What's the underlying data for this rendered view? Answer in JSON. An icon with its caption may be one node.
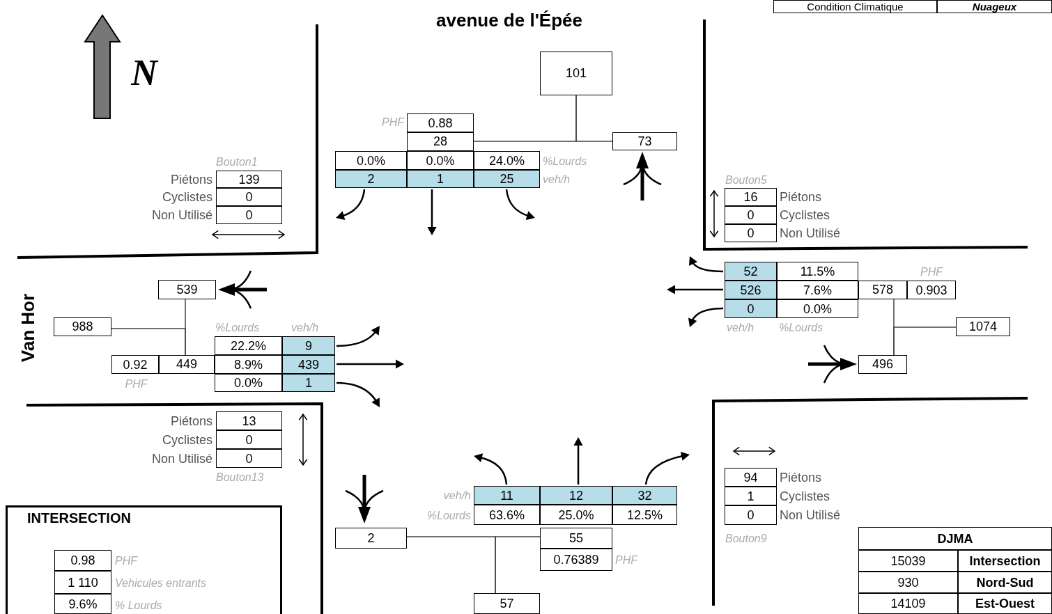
{
  "diagram": {
    "title": "avenue de l'Épée",
    "nodes": [
      {
        "text": [
          "101"
        ]
      },
      {
        "text": [
          "28"
        ]
      },
      {
        "text": [
          "73"
        ]
      },
      {
        "text": [
          "539"
        ]
      },
      {
        "text": [
          "988"
        ]
      },
      {
        "text": [
          "449"
        ]
      },
      {
        "text": [
          "578"
        ]
      },
      {
        "text": [
          "1074"
        ]
      },
      {
        "text": [
          "496"
        ]
      },
      {
        "text": [
          "2"
        ]
      },
      {
        "text": [
          "55"
        ]
      },
      {
        "text": [
          "57"
        ]
      },
      {
        "text": [
          "INTERSECTION"
        ]
      }
    ],
    "edges": [
      {
        "from": 0,
        "to": 1,
        "arrow": "none"
      },
      {
        "from": 0,
        "to": 2,
        "arrow": "none"
      },
      {
        "from": 3,
        "to": 5,
        "arrow": "none"
      },
      {
        "from": 4,
        "to": 5,
        "arrow": "none"
      },
      {
        "from": 6,
        "to": 8,
        "arrow": "none"
      },
      {
        "from": 7,
        "to": 8,
        "arrow": "none"
      },
      {
        "from": 11,
        "to": 9,
        "arrow": "none"
      },
      {
        "from": 11,
        "to": 10,
        "arrow": "none"
      }
    ],
    "labels": [
      "Condition Climatique",
      "Nuageux",
      "N",
      "Bouton1",
      "Piétons",
      "139",
      "Cyclistes",
      "0",
      "Non Utilisé",
      "0",
      "PHF",
      "0.88",
      "0.0%",
      "0.0%",
      "24.0%",
      "%Lourds",
      "2",
      "1",
      "25",
      "veh/h",
      "Bouton5",
      "16",
      "Piétons",
      "0",
      "Cyclistes",
      "0",
      "Non Utilisé",
      "52",
      "11.5%",
      "PHF",
      "526",
      "7.6%",
      "0.903",
      "0",
      "0.0%",
      "veh/h",
      "%Lourds",
      "Van Hor",
      "%Lourds",
      "veh/h",
      "22.2%",
      "9",
      "0.92",
      "8.9%",
      "439",
      "PHF",
      "0.0%",
      "1",
      "Piétons",
      "13",
      "Cyclistes",
      "0",
      "Non Utilisé",
      "0",
      "Bouton13",
      "94",
      "Piétons",
      "1",
      "Cyclistes",
      "0",
      "Non Utilisé",
      "veh/h",
      "11",
      "12",
      "32",
      "%Lourds",
      "63.6%",
      "25.0%",
      "12.5%",
      "Bouton9",
      "DJMA",
      "0.98",
      "PHF",
      "0.76389",
      "PHF",
      "15039",
      "Intersection",
      "1 110",
      "Vehicules entrants",
      "930",
      "Nord-Sud",
      "9.6%",
      "% Lourds",
      "14109",
      "Est-Ouest"
    ]
  }
}
